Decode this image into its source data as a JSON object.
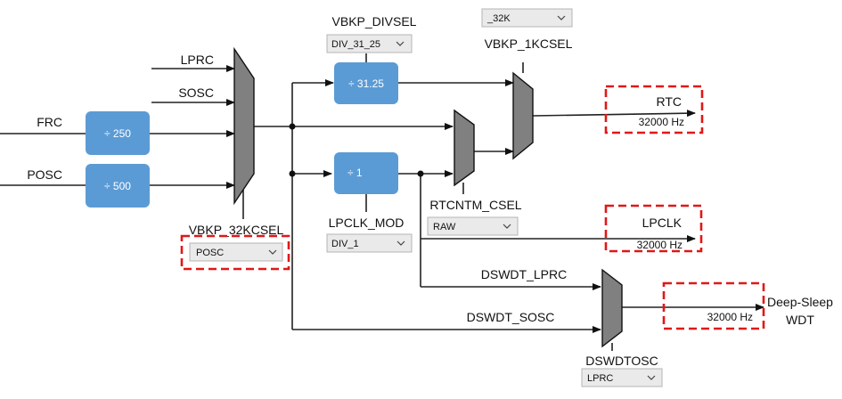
{
  "inputs": {
    "lprc": "LPRC",
    "sosc": "SOSC",
    "frc": "FRC",
    "posc": "POSC"
  },
  "dividers": {
    "frc_div": "÷ 250",
    "posc_div": "÷ 500",
    "div_3125": "÷ 31.25",
    "div_1": "÷ 1"
  },
  "muxes": {
    "vbkp_32kcsel": "VBKP_32KCSEL",
    "vbkp_divsel": "VBKP_DIVSEL",
    "vbkp_1kcsel": "VBKP_1KCSEL",
    "rtcntm_csel": "RTCNTM_CSEL",
    "lpclk_mod": "LPCLK_MOD",
    "dswdtosc": "DSWDTOSC"
  },
  "dropdowns": {
    "vbkp_32kcsel": "POSC",
    "vbkp_divsel": "DIV_31_25",
    "vbkp_1kcsel": "_32K",
    "rtcntm_csel": "RAW",
    "lpclk_mod": "DIV_1",
    "dswdtosc": "LPRC"
  },
  "signals": {
    "dswdt_lprc": "DSWDT_LPRC",
    "dswdt_sosc": "DSWDT_SOSC"
  },
  "outputs": {
    "rtc": {
      "label": "RTC",
      "freq": "32000 Hz"
    },
    "lpclk": {
      "label": "LPCLK",
      "freq": "32000 Hz"
    },
    "wdt": {
      "label_line1": "Deep-Sleep",
      "label_line2": "WDT",
      "freq": "32000 Hz"
    }
  },
  "colors": {
    "block": "#5b9bd5",
    "mux": "#808080",
    "highlight": "#e01818"
  }
}
